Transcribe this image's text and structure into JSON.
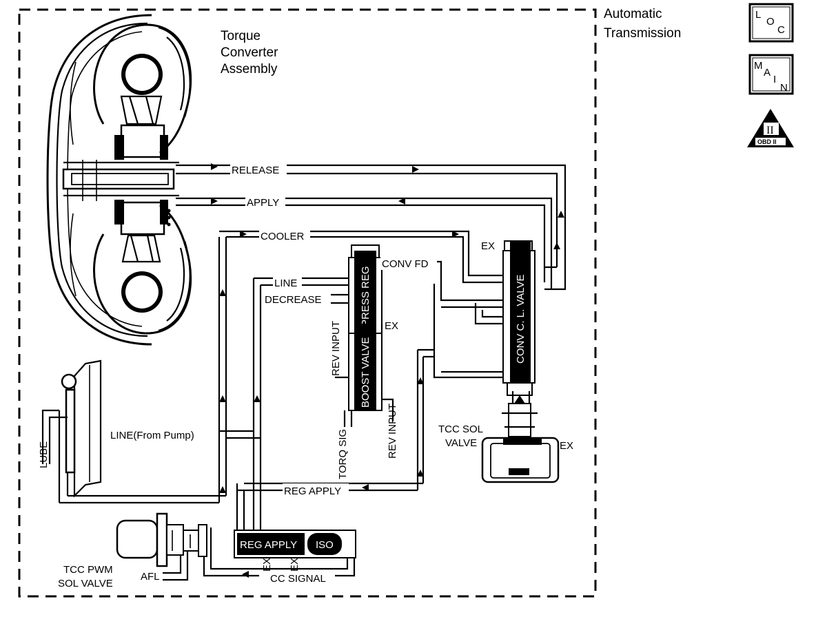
{
  "title": "Automatic Transmission",
  "title_lines": [
    "Automatic",
    "Transmission"
  ],
  "badges": {
    "loc": [
      "L",
      "O",
      "C"
    ],
    "main": [
      "M",
      "A",
      "I",
      "N"
    ],
    "obd": {
      "mark": "II",
      "text": "OBD II"
    }
  },
  "components": {
    "torque_converter": [
      "Torque",
      "Converter",
      "Assembly"
    ],
    "tcc_sol_valve": [
      "TCC SOL",
      "VALVE"
    ],
    "tcc_pwm_sol_valve": [
      "TCC PWM",
      "SOL VALVE"
    ]
  },
  "valves": {
    "press_reg": "PRESS REG",
    "boost_valve": "BOOST VALVE",
    "conv_cl_valve": "CONV C. L. VALVE",
    "reg_apply": "REG APPLY",
    "iso": "ISO"
  },
  "labels": {
    "release": "RELEASE",
    "apply": "APPLY",
    "cooler": "COOLER",
    "line": "LINE",
    "decrease": "DECREASE",
    "conv_fd": "CONV FD",
    "ex_boost": "EX",
    "ex_ccl": "EX",
    "ex_sol": "EX",
    "rev_input_left": "REV INPUT",
    "rev_input_right": "REV INPUT",
    "torq_sig": "TORQ SIG",
    "line_from_pump": "LINE(From Pump)",
    "lube": "LUBE",
    "reg_apply_line": "REG APPLY",
    "cc_signal": "CC SIGNAL",
    "afl": "AFL",
    "ex_a": "EX",
    "ex_b": "EX"
  }
}
